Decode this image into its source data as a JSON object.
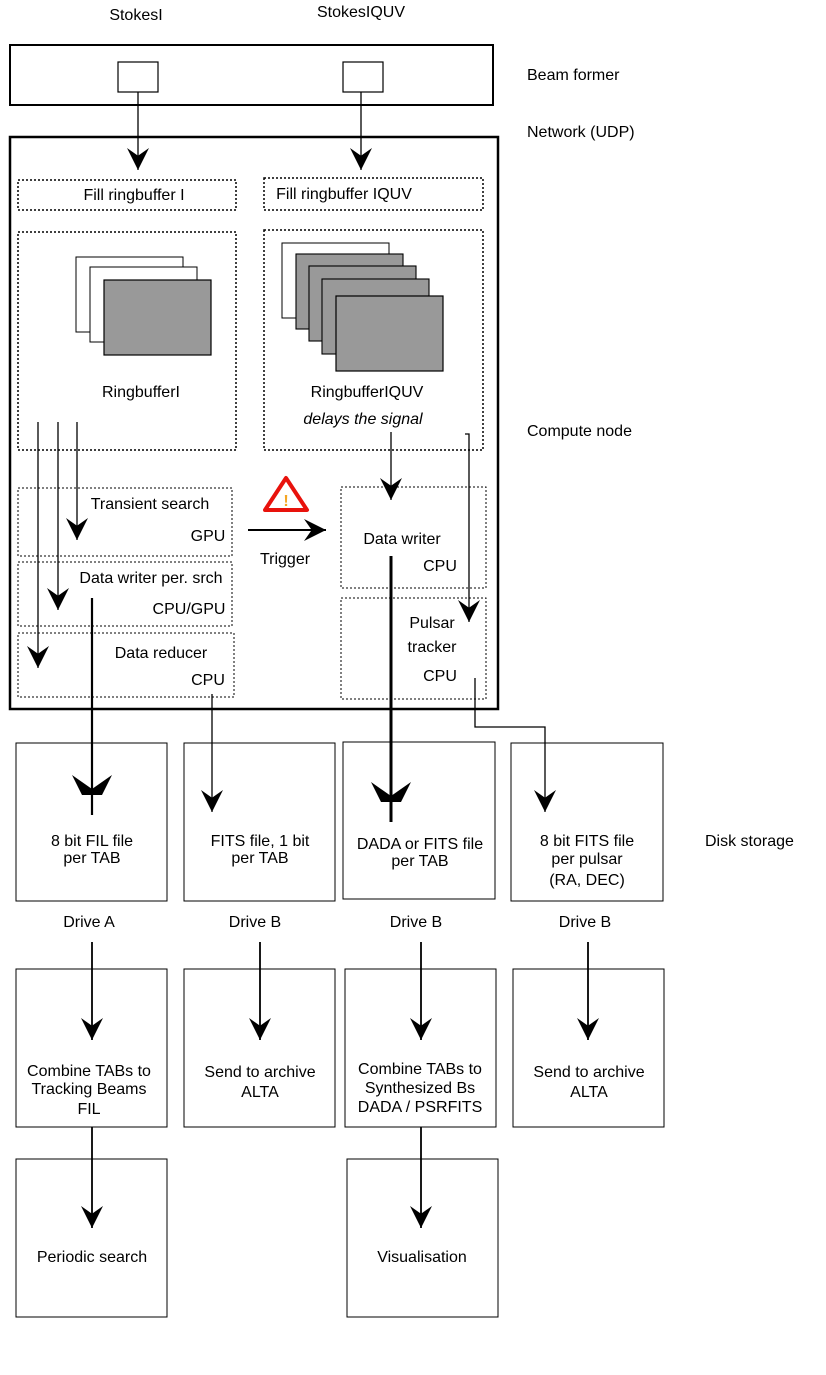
{
  "top_labels": {
    "stokes_i": "StokesI",
    "stokes_iquv": "StokesIQUV"
  },
  "side_labels": {
    "beam_former": "Beam former",
    "network": "Network (UDP)",
    "compute_node": "Compute node",
    "disk_storage": "Disk storage"
  },
  "compute": {
    "fill_ringbuffer_i": "Fill ringbuffer I",
    "fill_ringbuffer_iquv": "Fill ringbuffer IQUV",
    "ringbuffer_i": "RingbufferI",
    "ringbuffer_iquv": "RingbufferIQUV",
    "delay_note": "delays the signal",
    "transient_search": "Transient search",
    "transient_search_proc": "GPU",
    "data_writer_per_srch": "Data writer per. srch",
    "data_writer_per_srch_proc": "CPU/GPU",
    "data_reducer": "Data reducer",
    "data_reducer_proc": "CPU",
    "trigger": "Trigger",
    "data_writer": "Data writer",
    "data_writer_proc": "CPU",
    "pulsar_tracker_1": "Pulsar",
    "pulsar_tracker_2": "tracker",
    "pulsar_tracker_proc": "CPU",
    "warning_glyph": "!"
  },
  "storage": [
    {
      "line1": "8 bit FIL file",
      "line2": "per TAB",
      "line3": "",
      "drive": "Drive A"
    },
    {
      "line1": "FITS file, 1 bit",
      "line2": "per TAB",
      "line3": "",
      "drive": "Drive B"
    },
    {
      "line1": "DADA or FITS file",
      "line2": "per TAB",
      "line3": "",
      "drive": "Drive B"
    },
    {
      "line1": "8 bit FITS file",
      "line2": "per pulsar",
      "line3": "(RA, DEC)",
      "drive": "Drive B"
    }
  ],
  "processing": [
    {
      "line1": "Combine TABs to",
      "line2": "Tracking Beams",
      "line3": "FIL"
    },
    {
      "line1": "Send to archive",
      "line2": "ALTA",
      "line3": ""
    },
    {
      "line1": "Combine TABs to",
      "line2": "Synthesized Bs",
      "line3": "DADA / PSRFITS"
    },
    {
      "line1": "Send to archive",
      "line2": "ALTA",
      "line3": ""
    }
  ],
  "final": [
    {
      "label": "Periodic search"
    },
    {
      "label": "Visualisation"
    }
  ],
  "colors": {
    "buffer_fill": "#999999",
    "warning": "#e8120c",
    "warning_glyph": "#f5a623"
  }
}
